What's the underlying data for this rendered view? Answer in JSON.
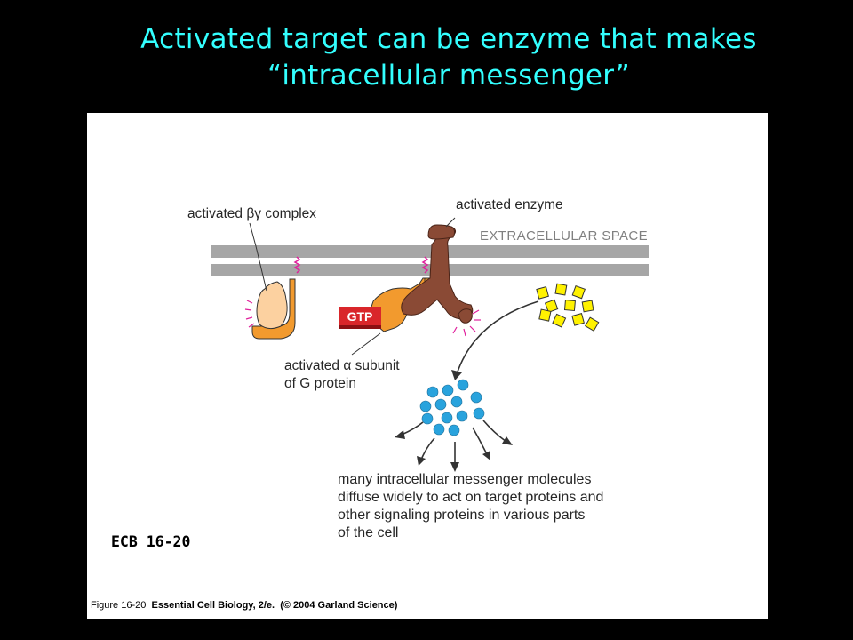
{
  "slide": {
    "title_line1": "Activated target can be enzyme that makes",
    "title_line2": "“intracellular messenger”",
    "figure_ref": "ECB 16-20"
  },
  "figure": {
    "label_bg_complex": "activated βγ complex",
    "label_enzyme": "activated enzyme",
    "label_extracellular": "EXTRACELLULAR SPACE",
    "label_gtp": "GTP",
    "label_alpha_line1": "activated α subunit",
    "label_alpha_line2": "of G protein",
    "caption_line1": "many intracellular messenger molecules",
    "caption_line2": "diffuse widely to act on target proteins and",
    "caption_line3": "other signaling proteins in various parts",
    "caption_line4": "of the cell",
    "credit_figure": "Figure 16-20",
    "credit_book": "Essential Cell Biology, 2/e.",
    "credit_copyright": "(© 2004 Garland Science)"
  },
  "colors": {
    "title": "#33ffff",
    "membrane": "#a6a6a6",
    "g_protein": "#f29a2e",
    "beta_gamma_fill": "#fcd1a0",
    "enzyme": "#8a4a35",
    "gtp": "#d9262a",
    "precursor": "#fff200",
    "messenger": "#29a3dd",
    "lipid_anchor": "#e0209c"
  }
}
